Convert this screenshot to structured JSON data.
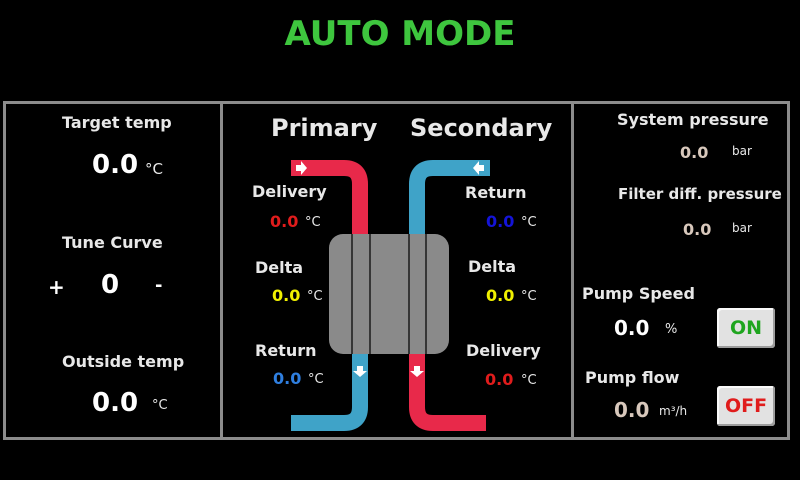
{
  "title": "AUTO MODE",
  "left": {
    "target_label": "Target temp",
    "target_value": "0.0",
    "target_unit": "°C",
    "tune_label": "Tune Curve",
    "tune_plus": "+",
    "tune_value": "0",
    "tune_minus": "-",
    "outside_label": "Outside temp",
    "outside_value": "0.0",
    "outside_unit": "°C"
  },
  "center": {
    "primary_header": "Primary",
    "secondary_header": "Secondary",
    "primary_delivery_label": "Delivery",
    "primary_delivery_value": "0.0",
    "primary_delta_label": "Delta",
    "primary_delta_value": "0.0",
    "primary_return_label": "Return",
    "primary_return_value": "0.0",
    "secondary_return_label": "Return",
    "secondary_return_value": "0.0",
    "secondary_delta_label": "Delta",
    "secondary_delta_value": "0.0",
    "secondary_delivery_label": "Delivery",
    "secondary_delivery_value": "0.0",
    "unit": "°C"
  },
  "right": {
    "system_pressure_label": "System pressure",
    "system_pressure_value": "0.0",
    "system_pressure_unit": "bar",
    "filter_label": "Filter diff. pressure",
    "filter_value": "0.0",
    "filter_unit": "bar",
    "pump_speed_label": "Pump Speed",
    "pump_speed_value": "0.0",
    "pump_speed_unit": "%",
    "pump_on_label": "ON",
    "pump_flow_label": "Pump flow",
    "pump_flow_value": "0.0",
    "pump_flow_unit": "m³/h",
    "pump_off_label": "OFF"
  },
  "colors": {
    "title": "#3ec63e",
    "hot_pipe": "#e8294a",
    "cold_pipe": "#3fa3c8",
    "delivery_value": "#e01c1c",
    "return_value_primary": "#2f7fe0",
    "return_value_secondary": "#1414d8",
    "delta_value": "#f0f000",
    "muted_value": "#d8c8bc",
    "on_text": "#1fa51f",
    "off_text": "#e01c1c"
  }
}
